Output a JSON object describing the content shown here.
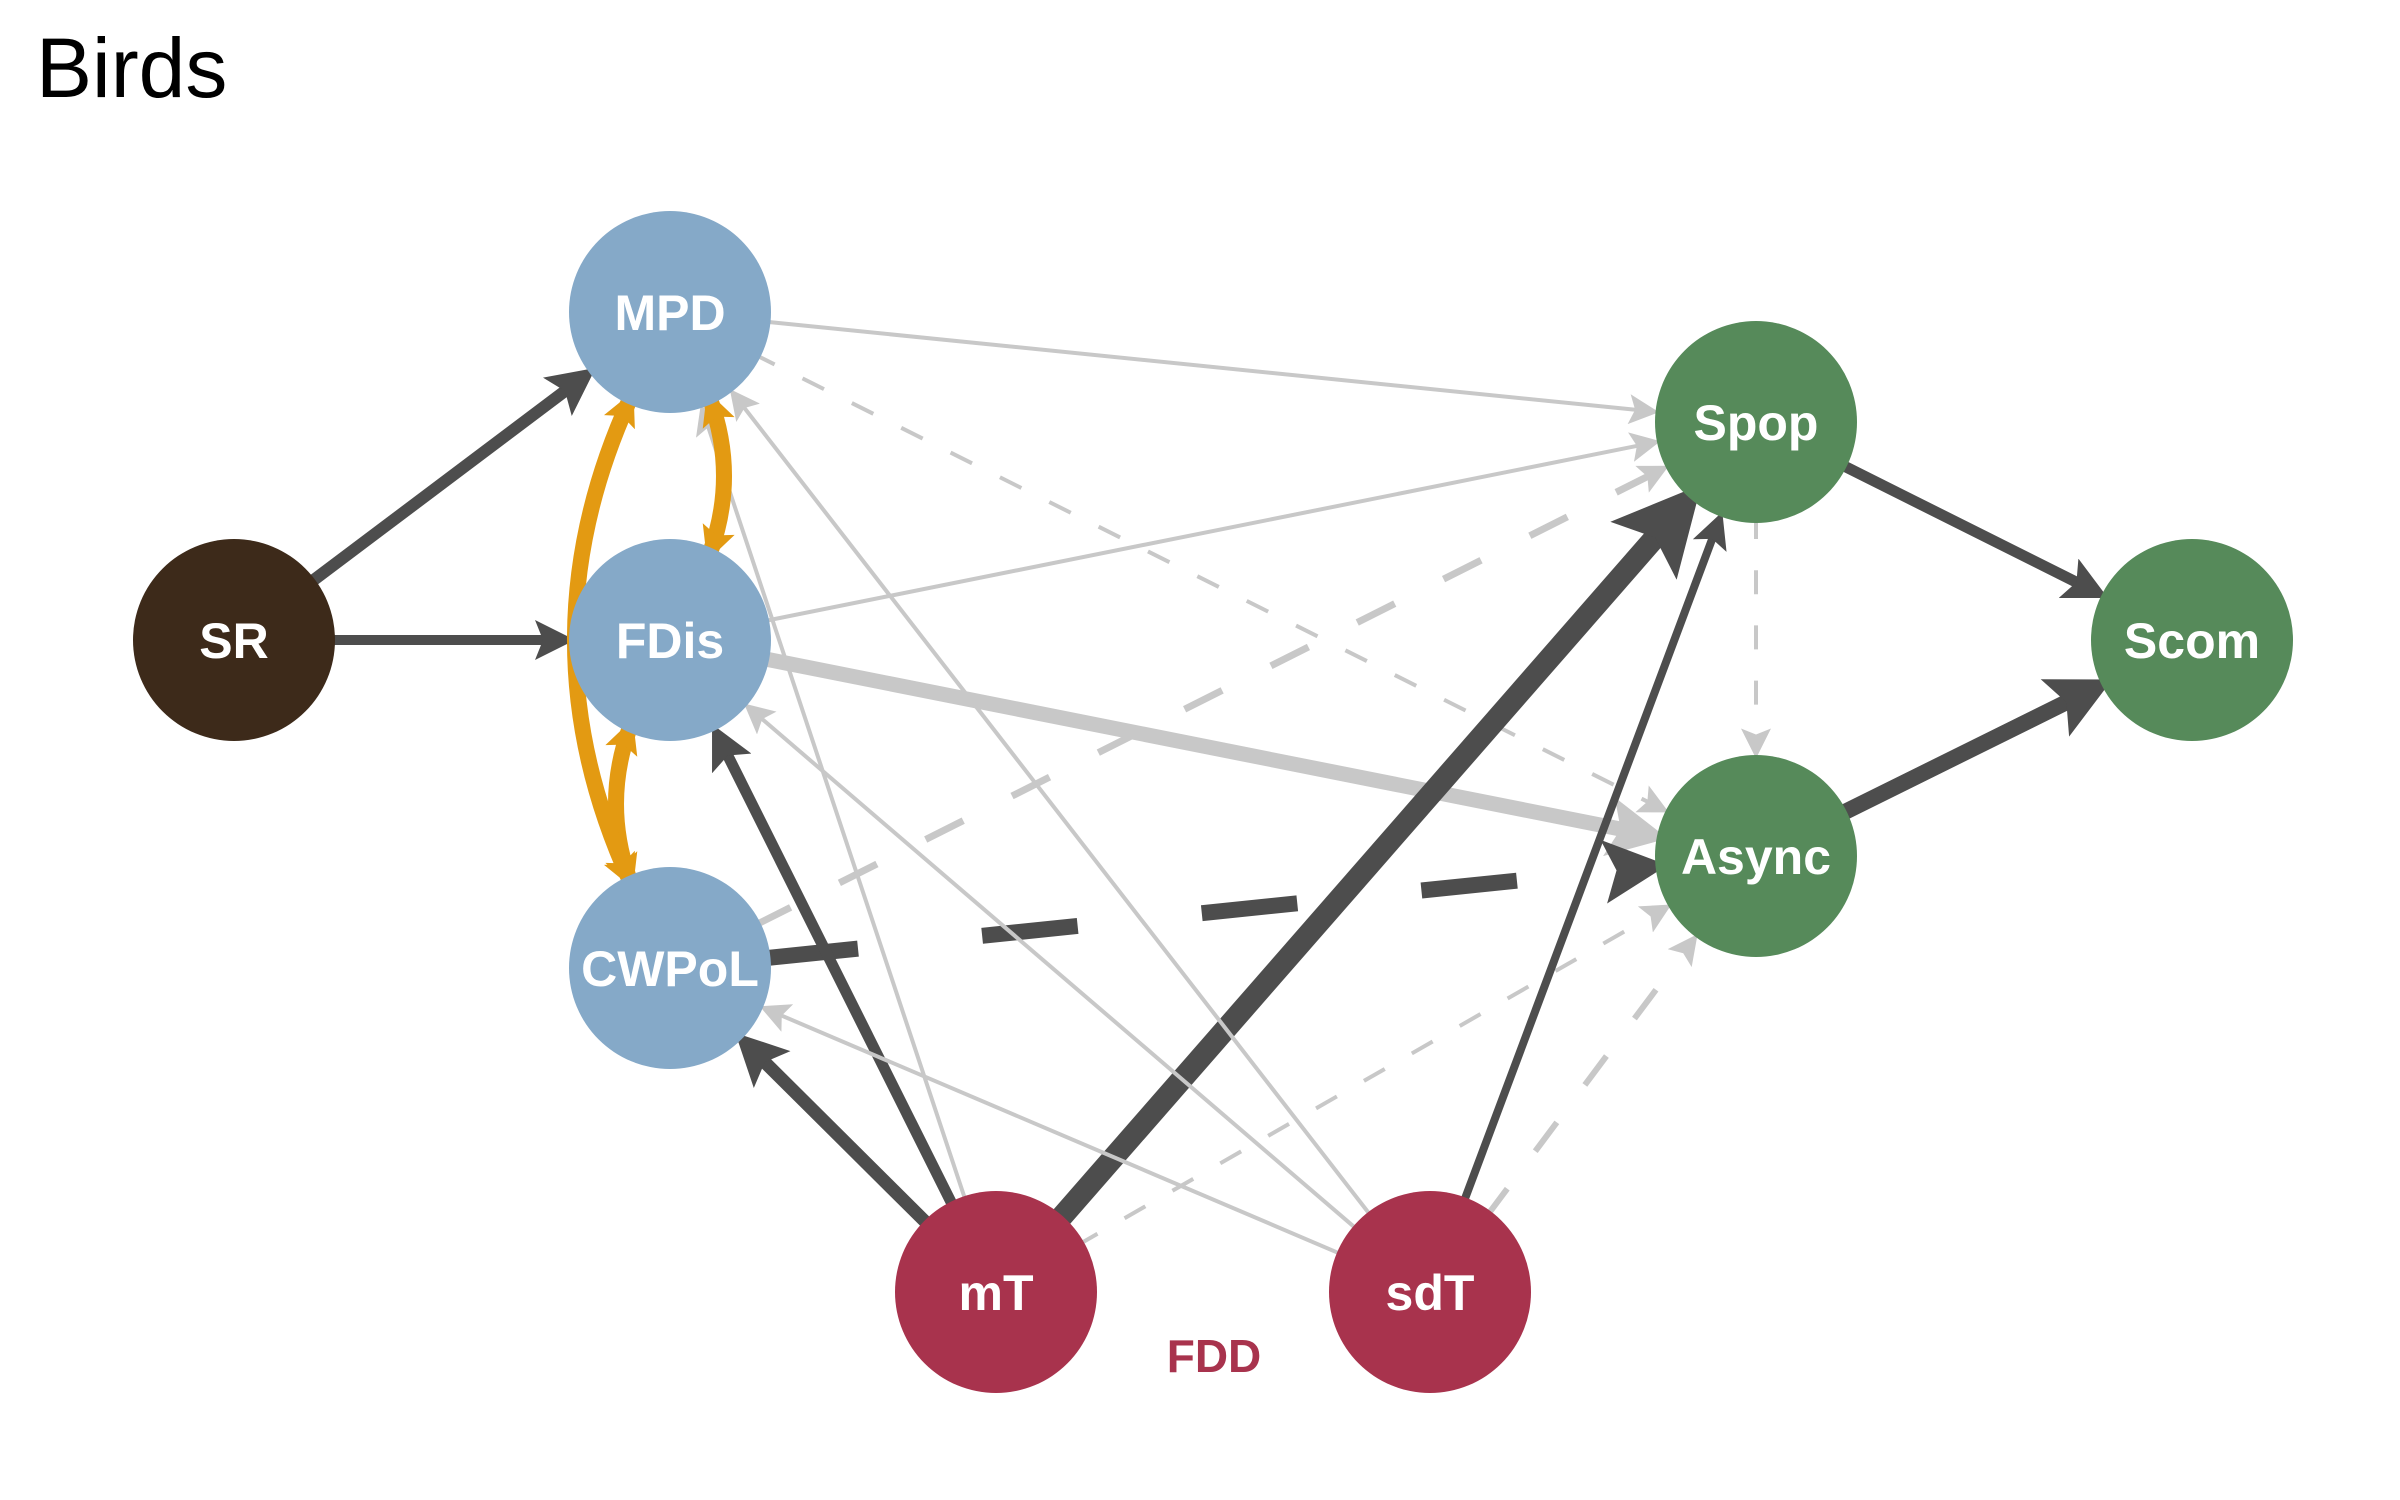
{
  "title": "Birds",
  "annotation": "FDD",
  "colors": {
    "driver": "#3d2a1a",
    "diversity": "#85a9c8",
    "temperature": "#a8334d",
    "stability": "#568a5a",
    "path_dark": "#4d4d4d",
    "path_light": "#c8c8c8",
    "correlation": "#e39a12",
    "annotation": "#a8334d"
  },
  "nodes": [
    {
      "id": "SR",
      "label": "SR",
      "group": "driver"
    },
    {
      "id": "MPD",
      "label": "MPD",
      "group": "diversity"
    },
    {
      "id": "FDis",
      "label": "FDis",
      "group": "diversity"
    },
    {
      "id": "CWPoL",
      "label": "CWPoL",
      "group": "diversity"
    },
    {
      "id": "mT",
      "label": "mT",
      "group": "temperature"
    },
    {
      "id": "sdT",
      "label": "sdT",
      "group": "temperature"
    },
    {
      "id": "Spop",
      "label": "Spop",
      "group": "stability"
    },
    {
      "id": "Async",
      "label": "Async",
      "group": "stability"
    },
    {
      "id": "Scom",
      "label": "Scom",
      "group": "stability"
    }
  ],
  "edges": [
    {
      "from": "SR",
      "to": "MPD",
      "tone": "dark",
      "width": 12,
      "dashed": false
    },
    {
      "from": "SR",
      "to": "FDis",
      "tone": "dark",
      "width": 10,
      "dashed": false
    },
    {
      "from": "MPD",
      "to": "Spop",
      "tone": "light",
      "width": 4,
      "dashed": false
    },
    {
      "from": "MPD",
      "to": "Async",
      "tone": "light",
      "width": 4,
      "dashed": true
    },
    {
      "from": "FDis",
      "to": "Spop",
      "tone": "light",
      "width": 4,
      "dashed": false
    },
    {
      "from": "FDis",
      "to": "Async",
      "tone": "light",
      "width": 15,
      "dashed": false
    },
    {
      "from": "CWPoL",
      "to": "Spop",
      "tone": "light",
      "width": 7,
      "dashed": true
    },
    {
      "from": "CWPoL",
      "to": "Async",
      "tone": "dark",
      "width": 16,
      "dashed": true
    },
    {
      "from": "mT",
      "to": "MPD",
      "tone": "light",
      "width": 4,
      "dashed": false
    },
    {
      "from": "mT",
      "to": "FDis",
      "tone": "dark",
      "width": 11,
      "dashed": false
    },
    {
      "from": "mT",
      "to": "CWPoL",
      "tone": "dark",
      "width": 13,
      "dashed": false
    },
    {
      "from": "mT",
      "to": "Spop",
      "tone": "dark",
      "width": 22,
      "dashed": false
    },
    {
      "from": "mT",
      "to": "Async",
      "tone": "light",
      "width": 4,
      "dashed": true
    },
    {
      "from": "sdT",
      "to": "MPD",
      "tone": "light",
      "width": 4,
      "dashed": false
    },
    {
      "from": "sdT",
      "to": "FDis",
      "tone": "light",
      "width": 4,
      "dashed": false
    },
    {
      "from": "sdT",
      "to": "CWPoL",
      "tone": "light",
      "width": 4,
      "dashed": false
    },
    {
      "from": "sdT",
      "to": "Spop",
      "tone": "dark",
      "width": 8,
      "dashed": false
    },
    {
      "from": "sdT",
      "to": "Async",
      "tone": "light",
      "width": 6,
      "dashed": true
    },
    {
      "from": "Spop",
      "to": "Async",
      "tone": "light",
      "width": 4,
      "dashed": true
    },
    {
      "from": "Spop",
      "to": "Scom",
      "tone": "dark",
      "width": 11,
      "dashed": false
    },
    {
      "from": "Async",
      "to": "Scom",
      "tone": "dark",
      "width": 16,
      "dashed": false
    }
  ],
  "correlations": [
    {
      "a": "MPD",
      "b": "FDis",
      "width": 16
    },
    {
      "a": "FDis",
      "b": "CWPoL",
      "width": 16
    },
    {
      "a": "MPD",
      "b": "CWPoL",
      "width": 16
    }
  ]
}
